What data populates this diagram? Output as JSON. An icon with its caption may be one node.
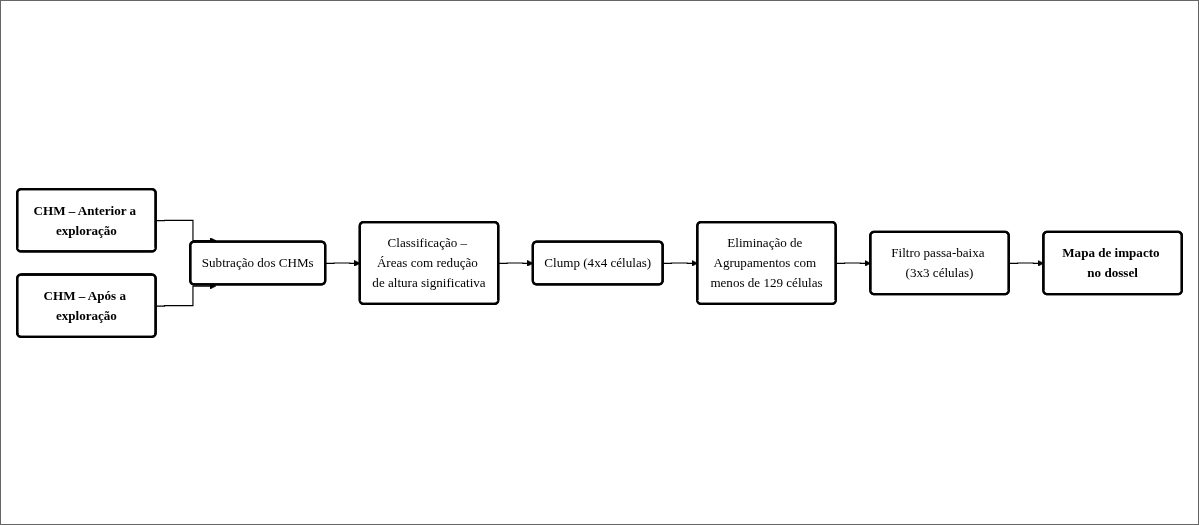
{
  "diagram": {
    "nodes": [
      {
        "text": [
          "CHM – Anterior a exploração"
        ]
      },
      {
        "text": [
          "CHM – Após a exploração"
        ]
      },
      {
        "text": [
          "Subtração dos CHMs"
        ]
      },
      {
        "text": [
          "Classificação – Áreas com redução de altura significativa"
        ]
      },
      {
        "text": [
          "Clump (4x4 células)"
        ]
      },
      {
        "text": [
          "Eliminação de Agrupamentos com menos de 129 células"
        ]
      },
      {
        "text": [
          "Filtro passa-baixa (3x3 células)"
        ]
      },
      {
        "text": [
          "Mapa de impacto no dossel"
        ]
      }
    ],
    "edges": [
      {
        "from": 0,
        "to": 2,
        "arrow": "to"
      },
      {
        "from": 1,
        "to": 2,
        "arrow": "to"
      },
      {
        "from": 2,
        "to": 3,
        "arrow": "to"
      },
      {
        "from": 3,
        "to": 4,
        "arrow": "to"
      },
      {
        "from": 4,
        "to": 5,
        "arrow": "to"
      },
      {
        "from": 5,
        "to": 6,
        "arrow": "to"
      },
      {
        "from": 6,
        "to": 7,
        "arrow": "to"
      }
    ]
  }
}
